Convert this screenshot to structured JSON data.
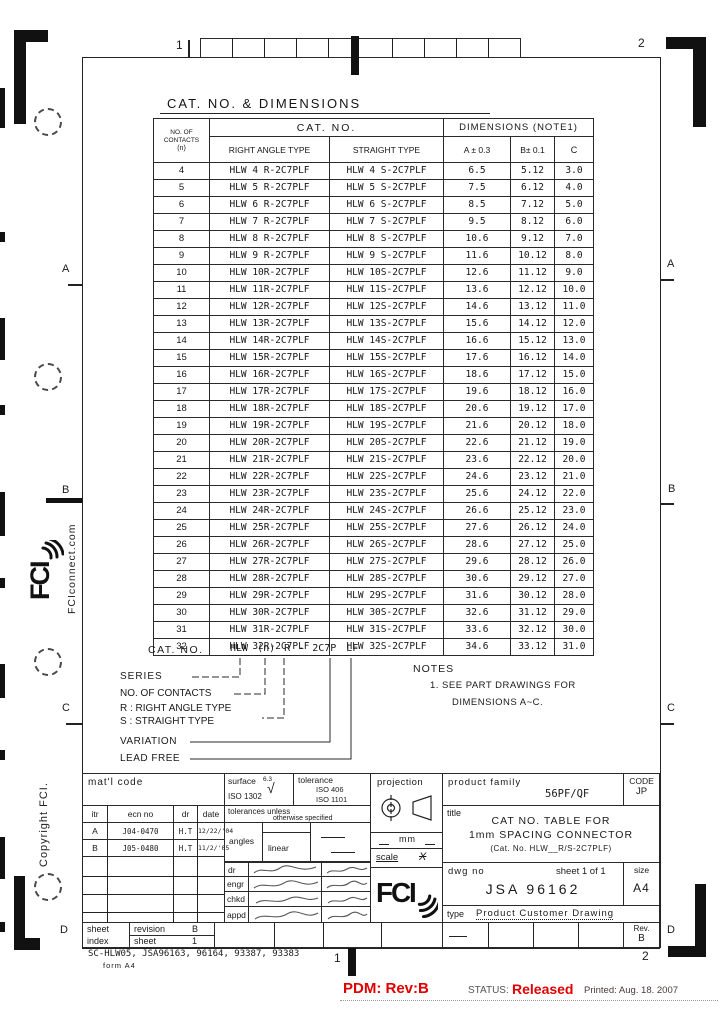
{
  "brand": "FCI",
  "border": {
    "left_letters": [
      "A",
      "B",
      "C",
      "D"
    ],
    "right_letters": [
      "A",
      "B",
      "C",
      "D"
    ],
    "top_numbers": [
      "1",
      "2"
    ],
    "bottom_numbers": [
      "1",
      "2"
    ]
  },
  "sidebar": {
    "site": "FCIconnect.com",
    "copyright": "Copyright FCI."
  },
  "main": {
    "title": "CAT. NO. & DIMENSIONS",
    "table": {
      "contacts_header": [
        "NO. OF",
        "CONTACTS",
        "(n)"
      ],
      "cat_no_header": "CAT. NO.",
      "dimensions_header": "DIMENSIONS (NOTE1)",
      "right_angle_header": "RIGHT ANGLE TYPE",
      "straight_header": "STRAIGHT TYPE",
      "dim_a_header": "A ± 0.3",
      "dim_b_header": "B± 0.1",
      "dim_c_header": "C",
      "rows": [
        {
          "n": "4",
          "right": "HLW 4 R-2C7PLF",
          "straight": "HLW 4 S-2C7PLF",
          "a": "6.5",
          "b": "5.12",
          "c": "3.0"
        },
        {
          "n": "5",
          "right": "HLW 5 R-2C7PLF",
          "straight": "HLW 5 S-2C7PLF",
          "a": "7.5",
          "b": "6.12",
          "c": "4.0"
        },
        {
          "n": "6",
          "right": "HLW 6 R-2C7PLF",
          "straight": "HLW 6 S-2C7PLF",
          "a": "8.5",
          "b": "7.12",
          "c": "5.0"
        },
        {
          "n": "7",
          "right": "HLW 7 R-2C7PLF",
          "straight": "HLW 7 S-2C7PLF",
          "a": "9.5",
          "b": "8.12",
          "c": "6.0"
        },
        {
          "n": "8",
          "right": "HLW 8 R-2C7PLF",
          "straight": "HLW 8 S-2C7PLF",
          "a": "10.6",
          "b": "9.12",
          "c": "7.0"
        },
        {
          "n": "9",
          "right": "HLW 9 R-2C7PLF",
          "straight": "HLW 9 S-2C7PLF",
          "a": "11.6",
          "b": "10.12",
          "c": "8.0"
        },
        {
          "n": "10",
          "right": "HLW 10R-2C7PLF",
          "straight": "HLW 10S-2C7PLF",
          "a": "12.6",
          "b": "11.12",
          "c": "9.0"
        },
        {
          "n": "11",
          "right": "HLW 11R-2C7PLF",
          "straight": "HLW 11S-2C7PLF",
          "a": "13.6",
          "b": "12.12",
          "c": "10.0"
        },
        {
          "n": "12",
          "right": "HLW 12R-2C7PLF",
          "straight": "HLW 12S-2C7PLF",
          "a": "14.6",
          "b": "13.12",
          "c": "11.0"
        },
        {
          "n": "13",
          "right": "HLW 13R-2C7PLF",
          "straight": "HLW 13S-2C7PLF",
          "a": "15.6",
          "b": "14.12",
          "c": "12.0"
        },
        {
          "n": "14",
          "right": "HLW 14R-2C7PLF",
          "straight": "HLW 14S-2C7PLF",
          "a": "16.6",
          "b": "15.12",
          "c": "13.0"
        },
        {
          "n": "15",
          "right": "HLW 15R-2C7PLF",
          "straight": "HLW 15S-2C7PLF",
          "a": "17.6",
          "b": "16.12",
          "c": "14.0"
        },
        {
          "n": "16",
          "right": "HLW 16R-2C7PLF",
          "straight": "HLW 16S-2C7PLF",
          "a": "18.6",
          "b": "17.12",
          "c": "15.0"
        },
        {
          "n": "17",
          "right": "HLW 17R-2C7PLF",
          "straight": "HLW 17S-2C7PLF",
          "a": "19.6",
          "b": "18.12",
          "c": "16.0"
        },
        {
          "n": "18",
          "right": "HLW 18R-2C7PLF",
          "straight": "HLW 18S-2C7PLF",
          "a": "20.6",
          "b": "19.12",
          "c": "17.0"
        },
        {
          "n": "19",
          "right": "HLW 19R-2C7PLF",
          "straight": "HLW 19S-2C7PLF",
          "a": "21.6",
          "b": "20.12",
          "c": "18.0"
        },
        {
          "n": "20",
          "right": "HLW 20R-2C7PLF",
          "straight": "HLW 20S-2C7PLF",
          "a": "22.6",
          "b": "21.12",
          "c": "19.0"
        },
        {
          "n": "21",
          "right": "HLW 21R-2C7PLF",
          "straight": "HLW 21S-2C7PLF",
          "a": "23.6",
          "b": "22.12",
          "c": "20.0"
        },
        {
          "n": "22",
          "right": "HLW 22R-2C7PLF",
          "straight": "HLW 22S-2C7PLF",
          "a": "24.6",
          "b": "23.12",
          "c": "21.0"
        },
        {
          "n": "23",
          "right": "HLW 23R-2C7PLF",
          "straight": "HLW 23S-2C7PLF",
          "a": "25.6",
          "b": "24.12",
          "c": "22.0"
        },
        {
          "n": "24",
          "right": "HLW 24R-2C7PLF",
          "straight": "HLW 24S-2C7PLF",
          "a": "26.6",
          "b": "25.12",
          "c": "23.0"
        },
        {
          "n": "25",
          "right": "HLW 25R-2C7PLF",
          "straight": "HLW 25S-2C7PLF",
          "a": "27.6",
          "b": "26.12",
          "c": "24.0"
        },
        {
          "n": "26",
          "right": "HLW 26R-2C7PLF",
          "straight": "HLW 26S-2C7PLF",
          "a": "28.6",
          "b": "27.12",
          "c": "25.0"
        },
        {
          "n": "27",
          "right": "HLW 27R-2C7PLF",
          "straight": "HLW 27S-2C7PLF",
          "a": "29.6",
          "b": "28.12",
          "c": "26.0"
        },
        {
          "n": "28",
          "right": "HLW 28R-2C7PLF",
          "straight": "HLW 28S-2C7PLF",
          "a": "30.6",
          "b": "29.12",
          "c": "27.0"
        },
        {
          "n": "29",
          "right": "HLW 29R-2C7PLF",
          "straight": "HLW 29S-2C7PLF",
          "a": "31.6",
          "b": "30.12",
          "c": "28.0"
        },
        {
          "n": "30",
          "right": "HLW 30R-2C7PLF",
          "straight": "HLW 30S-2C7PLF",
          "a": "32.6",
          "b": "31.12",
          "c": "29.0"
        },
        {
          "n": "31",
          "right": "HLW 31R-2C7PLF",
          "straight": "HLW 31S-2C7PLF",
          "a": "33.6",
          "b": "32.12",
          "c": "30.0"
        },
        {
          "n": "32",
          "right": "HLW 32R-2C7PLF",
          "straight": "HLW 32S-2C7PLF",
          "a": "34.6",
          "b": "33.12",
          "c": "31.0"
        }
      ]
    },
    "legend": {
      "cat_no_label": "CAT. NO.",
      "formula": [
        "HLW",
        "(n)",
        "R",
        "-",
        "2C7P",
        "LF"
      ],
      "series_label": "SERIES",
      "contacts_label": "NO. OF CONTACTS",
      "right_angle_label": "R : RIGHT ANGLE TYPE",
      "straight_label": "S : STRAIGHT TYPE",
      "variation_label": "VARIATION",
      "lead_free_label": "LEAD FREE"
    },
    "notes": {
      "heading": "NOTES",
      "note1_line1": "1. SEE PART DRAWINGS FOR",
      "note1_line2": "DIMENSIONS A~C."
    }
  },
  "titleblock": {
    "matl_code_label": "mat'l code",
    "surface_label": "surface",
    "surface_std": "ISO 1302",
    "surface_value": "6.3",
    "tolerance_label": "tolerance",
    "tolerance_std1": "ISO 406",
    "tolerance_std2": "ISO 1101",
    "tol_unless_line1": "tolerances unless",
    "tol_unless_line2": "otherwise specified",
    "itr_header": [
      "itr",
      "ecn no",
      "dr",
      "date"
    ],
    "ecn_rows": [
      [
        "A",
        "J04-0470",
        "H.T",
        "12/22/'04"
      ],
      [
        "B",
        "J05-0480",
        "H.T",
        "11/2/'05"
      ]
    ],
    "angles_label": "angles",
    "linear_label": "linear",
    "sig_labels": [
      "dr",
      "engr",
      "chkd",
      "appd"
    ],
    "projection_label": "projection",
    "mm_label": "mm",
    "scale_label": "scale",
    "scale_value": "X",
    "product_family_label": "product family",
    "product_family_value": "56PF/QF",
    "code_label": "CODE",
    "code_value": "JP",
    "title_label": "title",
    "title_line1": "CAT NO. TABLE FOR",
    "title_line2": "1mm SPACING CONNECTOR",
    "title_line3": "(Cat. No. HLW__R/S-2C7PLF)",
    "dwg_no_label": "dwg no",
    "dwg_no_value": "JSA 96162",
    "sheet_label": "sheet 1 of 1",
    "size_label": "size",
    "size_value": "A4",
    "type_label": "type",
    "type_value": "Product Customer Drawing",
    "rev_label": "Rev.",
    "rev_value": "B",
    "sheet_index_line1": "sheet",
    "sheet_index_line2": "index",
    "revision_row_label": "revision",
    "revision_row_value": "B",
    "sheet_row_label": "sheet",
    "sheet_row_value": "1"
  },
  "footer": {
    "part_list": "SC-HLW05, JSA96163, 96164, 93387, 93383",
    "form_label": "form A4",
    "pdm": "PDM: Rev:B",
    "status_label": "STATUS:",
    "status_value": "Released",
    "printed": "Printed: Aug. 18. 2007"
  }
}
